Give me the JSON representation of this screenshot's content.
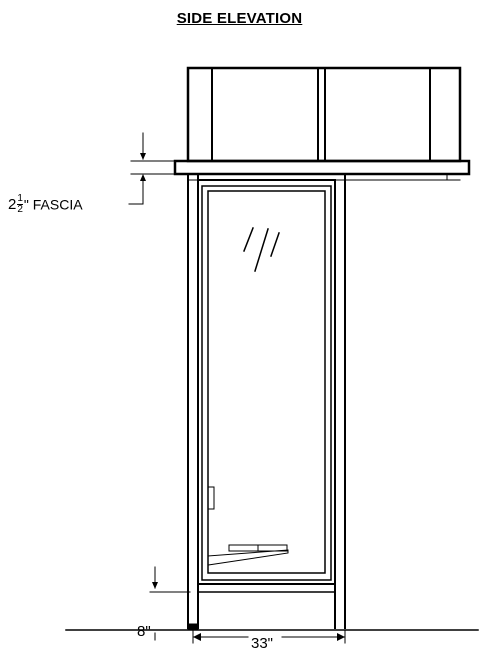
{
  "title": "SIDE ELEVATION",
  "labels": {
    "fascia_whole": "2",
    "fascia_num": "1",
    "fascia_den": "2",
    "fascia_text": "\" FASCIA",
    "base_height": "8\"",
    "depth_width": "33\""
  }
}
